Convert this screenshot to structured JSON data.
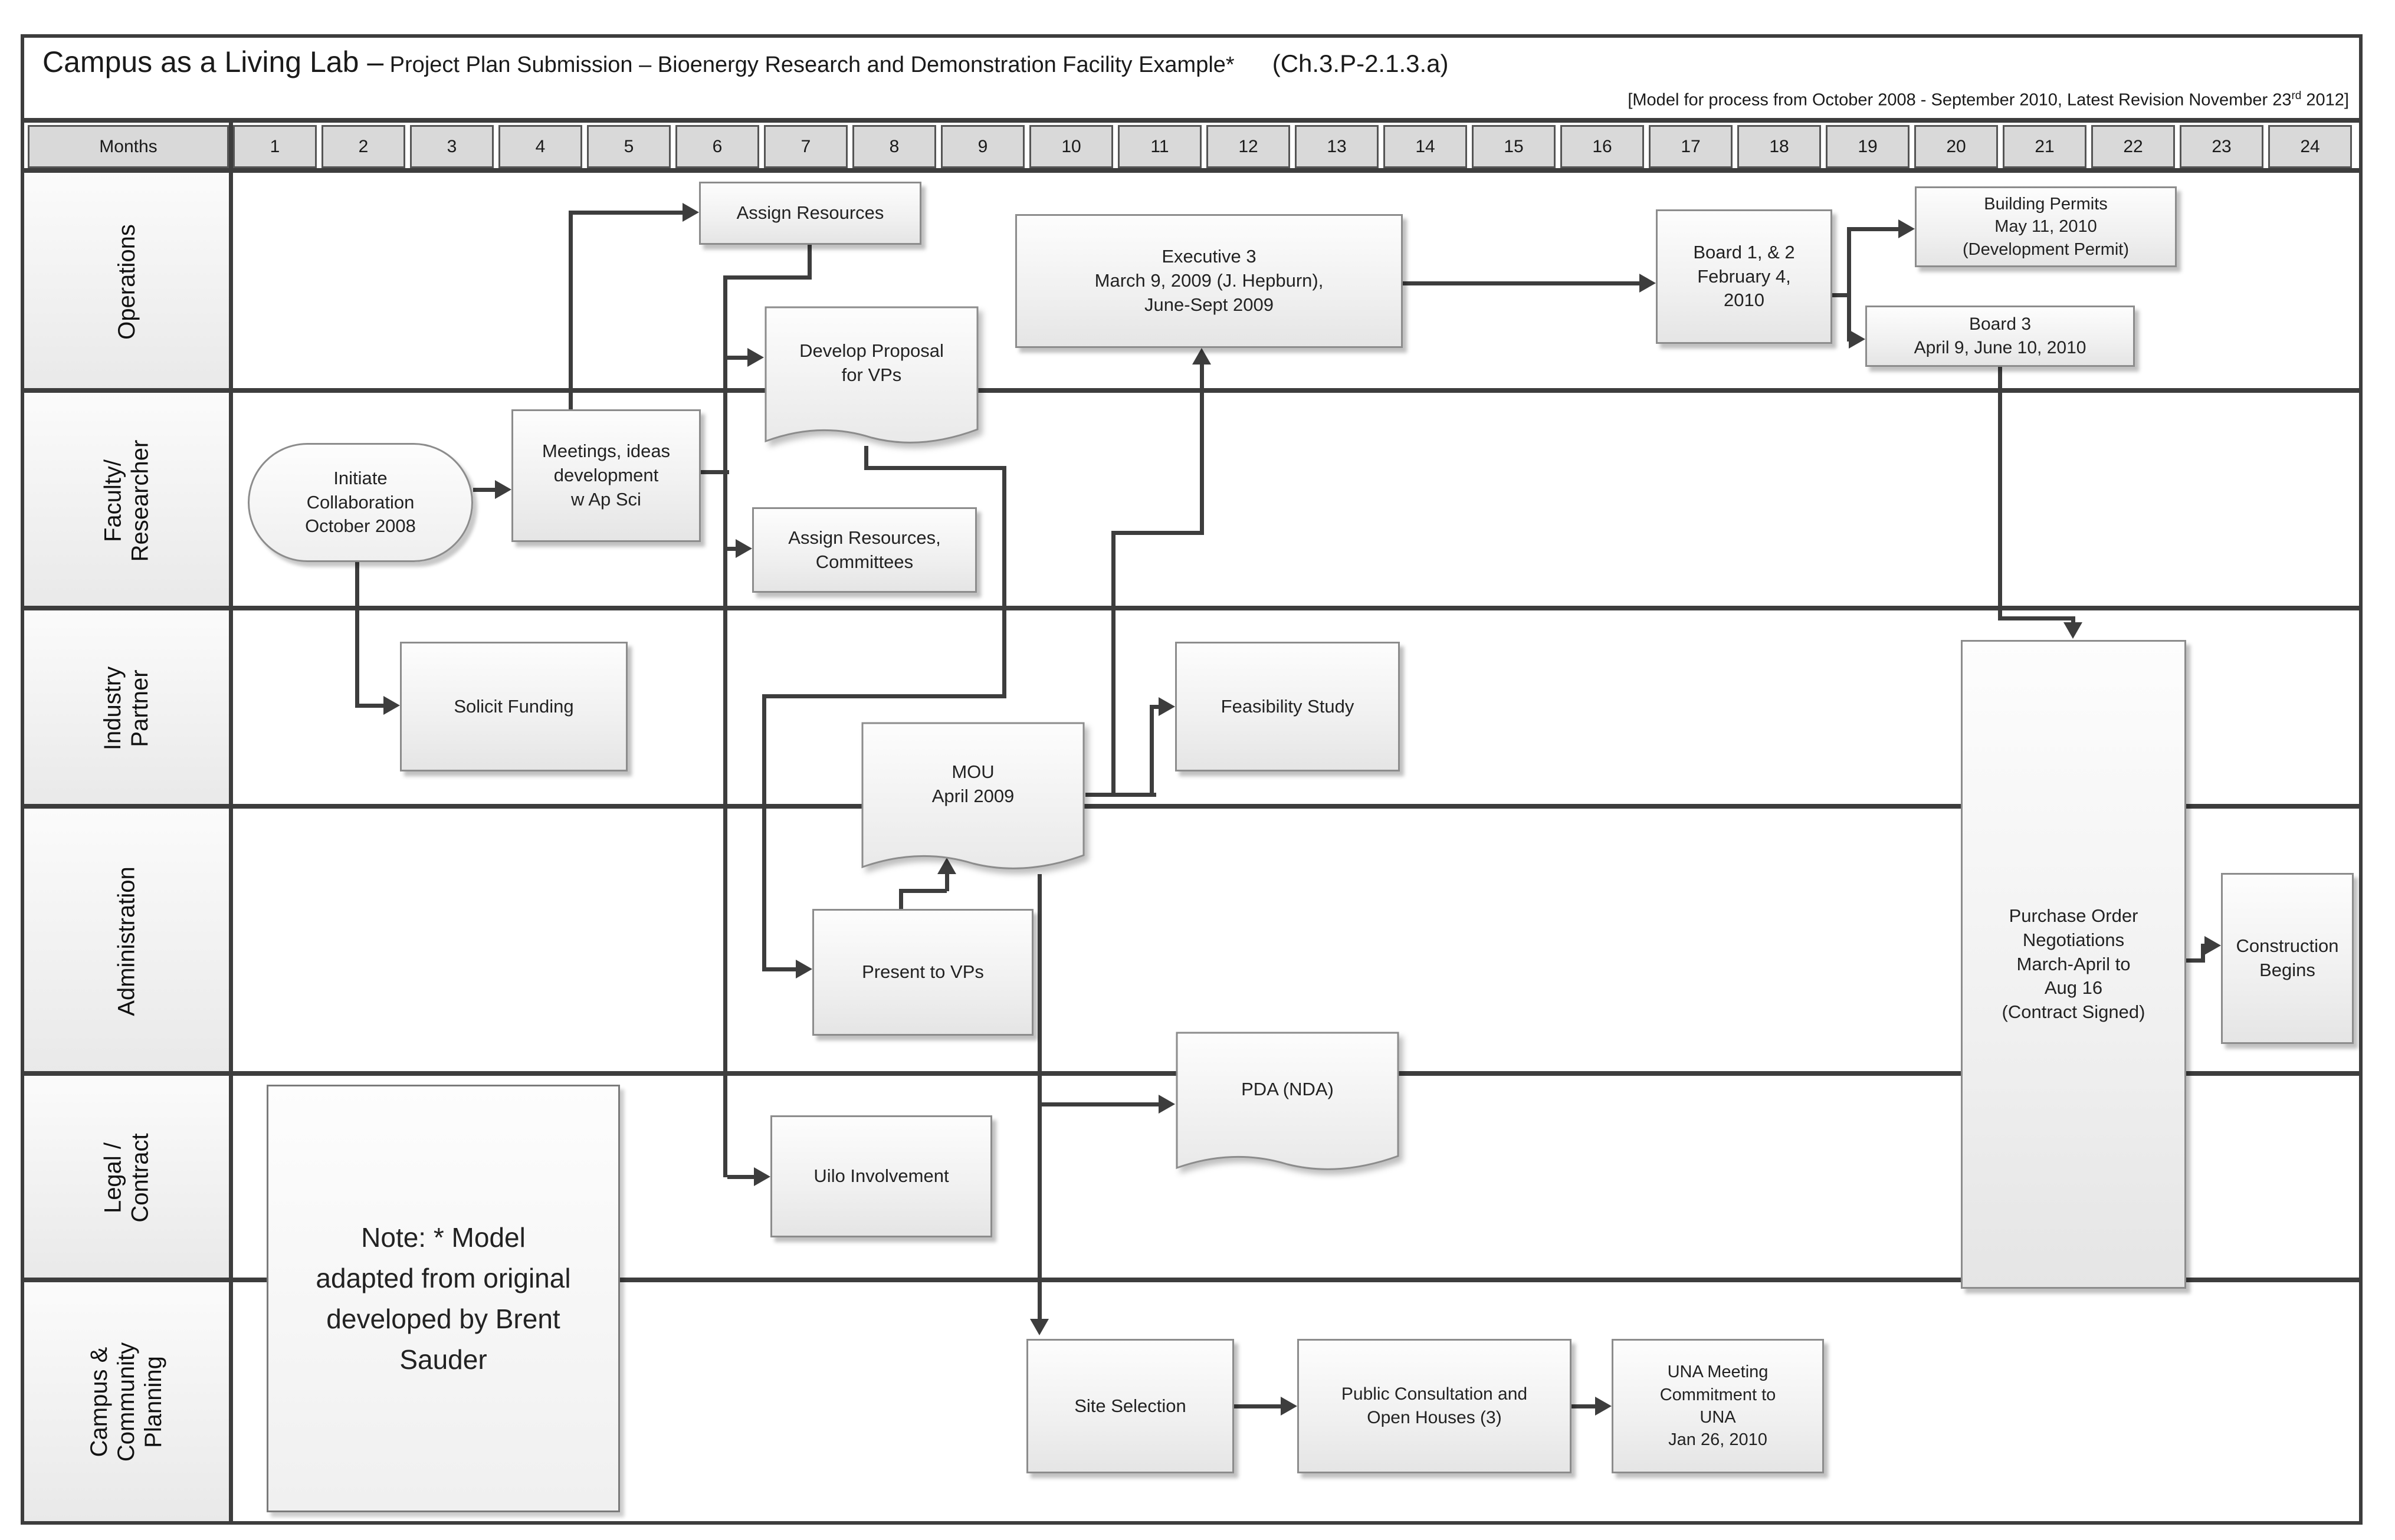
{
  "title": {
    "part1": "Campus as a Living Lab –",
    "part2": " Project Plan Submission – Bioenergy Research and Demonstration Facility Example*",
    "part3": "(Ch.3.P-2.1.3.a)"
  },
  "subtitle": {
    "before_sup": "[Model for process from October 2008 - September 2010, Latest Revision November 23",
    "sup": "rd",
    "after_sup": " 2012]"
  },
  "months_header": {
    "label": "Months",
    "numbers": [
      "1",
      "2",
      "3",
      "4",
      "5",
      "6",
      "7",
      "8",
      "9",
      "10",
      "11",
      "12",
      "13",
      "14",
      "15",
      "16",
      "17",
      "18",
      "19",
      "20",
      "21",
      "22",
      "23",
      "24"
    ]
  },
  "lanes": [
    {
      "id": "operations",
      "label": "Operations"
    },
    {
      "id": "faculty",
      "label": "Faculty/\nResearcher"
    },
    {
      "id": "industry",
      "label": "Industry\nPartner"
    },
    {
      "id": "administration",
      "label": "Administration"
    },
    {
      "id": "legal",
      "label": "Legal /\nContract"
    },
    {
      "id": "campus",
      "label": "Campus &\nCommunity\nPlanning"
    }
  ],
  "nodes": [
    {
      "id": "assign-resources",
      "lane": "operations",
      "shape": "box",
      "label": "Assign Resources"
    },
    {
      "id": "develop-proposal",
      "lane": "operations",
      "shape": "doc",
      "label": "Develop Proposal\nfor VPs"
    },
    {
      "id": "executive-3",
      "lane": "operations",
      "shape": "box",
      "label": "Executive 3\nMarch 9, 2009 (J. Hepburn),\nJune-Sept 2009"
    },
    {
      "id": "board-1-2",
      "lane": "operations",
      "shape": "box",
      "label": "Board 1, & 2\nFebruary 4,\n2010"
    },
    {
      "id": "building-permits",
      "lane": "operations",
      "shape": "box",
      "label": "Building Permits\nMay 11, 2010\n(Development Permit)"
    },
    {
      "id": "board-3",
      "lane": "operations",
      "shape": "box",
      "label": "Board 3\nApril 9, June 10, 2010"
    },
    {
      "id": "initiate-collaboration",
      "lane": "faculty",
      "shape": "oval",
      "label": "Initiate\nCollaboration\nOctober 2008"
    },
    {
      "id": "meetings-ideas",
      "lane": "faculty",
      "shape": "box",
      "label": "Meetings, ideas\ndevelopment\nw Ap Sci"
    },
    {
      "id": "assign-resources-committees",
      "lane": "faculty",
      "shape": "box",
      "label": "Assign Resources,\nCommittees"
    },
    {
      "id": "solicit-funding",
      "lane": "industry",
      "shape": "box",
      "label": "Solicit Funding"
    },
    {
      "id": "feasibility-study",
      "lane": "industry",
      "shape": "box",
      "label": "Feasibility Study"
    },
    {
      "id": "mou",
      "lane": "industry",
      "shape": "doc",
      "label": "MOU\nApril 2009"
    },
    {
      "id": "present-to-vps",
      "lane": "administration",
      "shape": "box",
      "label": "Present to VPs"
    },
    {
      "id": "pda-nda",
      "lane": "administration",
      "shape": "doc",
      "label": "PDA (NDA)"
    },
    {
      "id": "purchase-order",
      "lane": "administration",
      "shape": "box",
      "label": "Purchase Order\nNegotiations\nMarch-April to\nAug 16\n(Contract Signed)"
    },
    {
      "id": "construction-begins",
      "lane": "administration",
      "shape": "box",
      "label": "Construction\nBegins"
    },
    {
      "id": "uilo-involvement",
      "lane": "legal",
      "shape": "box",
      "label": "Uilo Involvement"
    },
    {
      "id": "note",
      "lane": "legal",
      "shape": "notebox",
      "label": "Note: * Model\nadapted from original\ndeveloped by Brent\nSauder"
    },
    {
      "id": "site-selection",
      "lane": "campus",
      "shape": "box",
      "label": "Site Selection"
    },
    {
      "id": "public-consultation",
      "lane": "campus",
      "shape": "box",
      "label": "Public Consultation and\nOpen Houses (3)"
    },
    {
      "id": "una-meeting",
      "lane": "campus",
      "shape": "box",
      "label": "UNA Meeting\nCommitment to\nUNA\nJan 26, 2010"
    }
  ],
  "colors": {
    "line": "#3d3d3d",
    "box_border": "#8c8c8c",
    "cell_fill": "#d9d9d9",
    "text": "#1a1a1a"
  }
}
